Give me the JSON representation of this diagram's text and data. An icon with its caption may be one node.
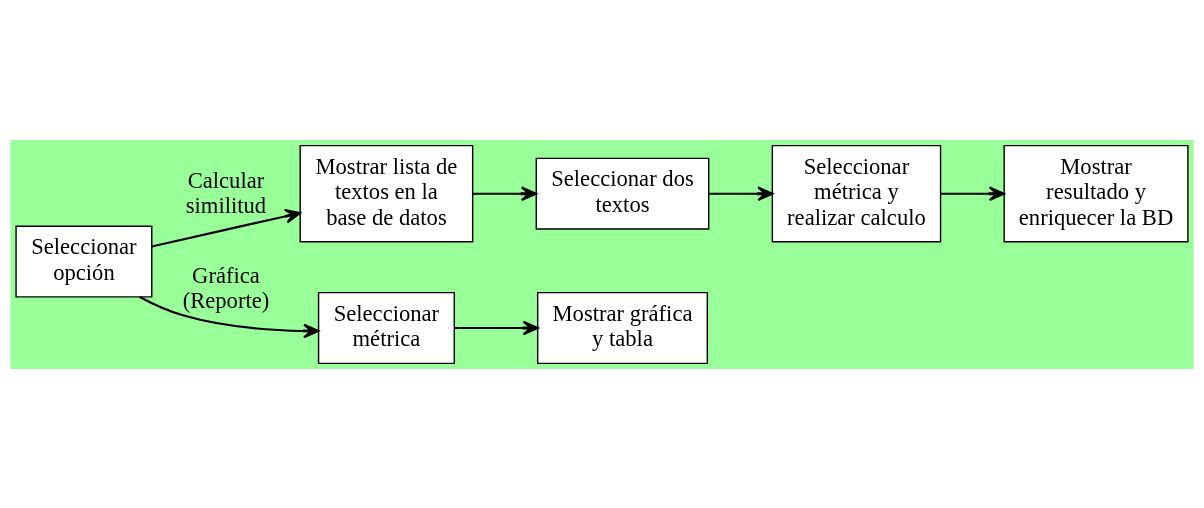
{
  "diagram": {
    "nodes": [
      {
        "text": [
          "Seleccionar opción"
        ]
      },
      {
        "text": [
          "Mostrar lista de textos en la base de datos"
        ]
      },
      {
        "text": [
          "Seleccionar dos textos"
        ]
      },
      {
        "text": [
          "Seleccionar métrica y realizar calculo"
        ]
      },
      {
        "text": [
          "Mostrar resultado y enriquecer la BD"
        ]
      },
      {
        "text": [
          "Seleccionar métrica"
        ]
      },
      {
        "text": [
          "Mostrar gráfica y tabla"
        ]
      }
    ],
    "edges": [
      {
        "from": 0,
        "to": 1,
        "arrow": "to",
        "label": "Calcular similitud"
      },
      {
        "from": 1,
        "to": 2,
        "arrow": "to"
      },
      {
        "from": 2,
        "to": 3,
        "arrow": "to"
      },
      {
        "from": 3,
        "to": 4,
        "arrow": "to"
      },
      {
        "from": 0,
        "to": 5,
        "arrow": "to",
        "label": "Gráfica (Reporte)"
      },
      {
        "from": 5,
        "to": 6,
        "arrow": "to"
      }
    ]
  }
}
